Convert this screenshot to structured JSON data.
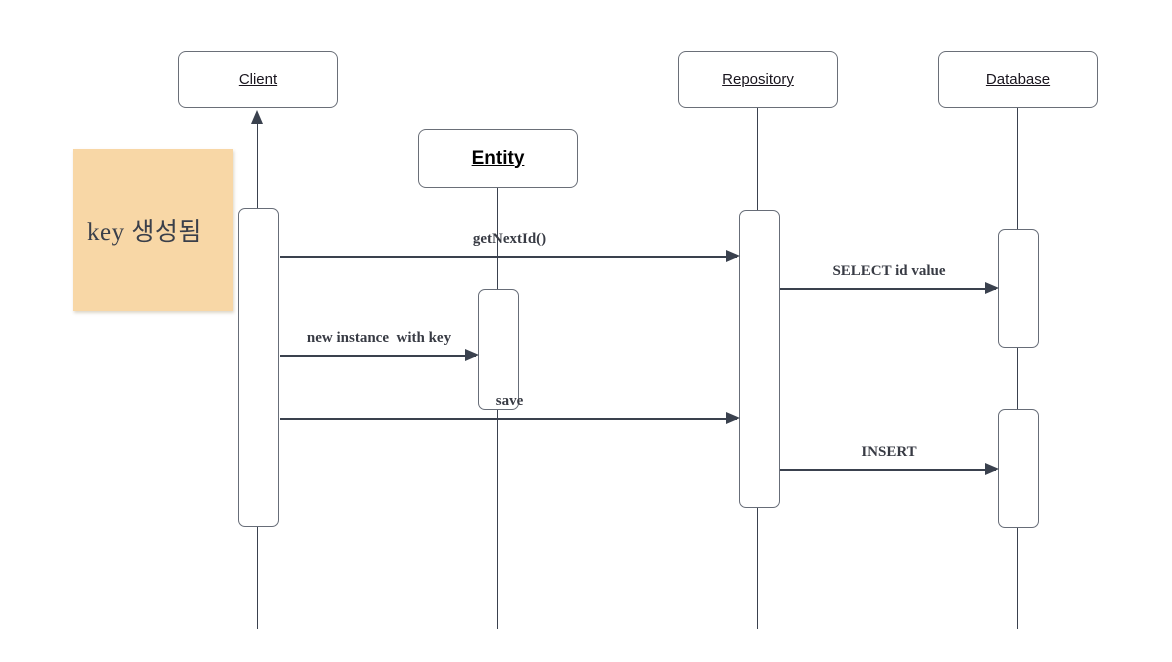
{
  "diagram": {
    "type": "uml-sequence",
    "participants": [
      {
        "id": "client",
        "label": "Client"
      },
      {
        "id": "entity",
        "label": "Entity"
      },
      {
        "id": "repository",
        "label": "Repository"
      },
      {
        "id": "database",
        "label": "Database"
      }
    ],
    "note": {
      "text": "key 생성됨"
    },
    "messages": [
      {
        "label": "getNextId()",
        "from": "Client",
        "to": "Repository"
      },
      {
        "label": "SELECT id value",
        "from": "Repository",
        "to": "Database"
      },
      {
        "label": "new instance  with key",
        "from": "Client",
        "to": "Entity"
      },
      {
        "label": "save",
        "from": "Client",
        "to": "Repository"
      },
      {
        "label": "INSERT",
        "from": "Repository",
        "to": "Database"
      }
    ],
    "return_arrow": {
      "from": "activation",
      "to": "Client"
    },
    "colors": {
      "line": "#3A414E",
      "box_border": "#6A6F78",
      "note_bg": "#F8D7A6",
      "background": "#FFFFFF"
    }
  }
}
